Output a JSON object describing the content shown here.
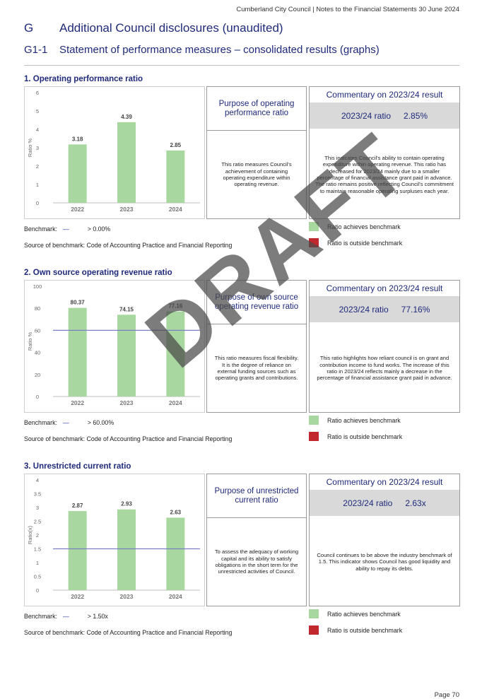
{
  "header": {
    "text": "Cumberland City Council | Notes to the Financial Statements 30 June 2024"
  },
  "heading1": {
    "code": "G",
    "title": "Additional Council disclosures (unaudited)"
  },
  "heading2": {
    "code": "G1-1",
    "title": "Statement of performance measures – consolidated results (graphs)"
  },
  "sections": [
    {
      "title": "1. Operating performance ratio",
      "purpose_title": "Purpose of operating performance ratio",
      "purpose_text": "This ratio measures Council's achievement of containing operating expenditure within operating revenue.",
      "commentary_title": "Commentary on 2023/24 result",
      "ratio_label": "2023/24 ratio",
      "ratio_value": "2.85%",
      "commentary_text": "This indicates Council's ability to contain operating expenditure within operating revenue. This ratio has decreased for 2023/24 mainly due to a smaller percentage of financial assistance grant paid in advance. The ratio remains positive reflecting Council's commitment to maintain reasonable operating surpluses each year.",
      "benchmark_label": "Benchmark:",
      "benchmark_line": "—",
      "benchmark_value": "> 0.00%",
      "source": "Source of benchmark: Code of Accounting Practice and Financial Reporting",
      "legend_achieves": "Ratio achieves benchmark",
      "legend_outside": "Ratio is outside benchmark"
    },
    {
      "title": "2. Own source operating revenue ratio",
      "purpose_title": "Purpose of own source operating revenue ratio",
      "purpose_text": "This ratio measures fiscal flexibility. It is the degree of reliance on external funding sources such as operating grants and contributions.",
      "commentary_title": "Commentary on 2023/24 result",
      "ratio_label": "2023/24 ratio",
      "ratio_value": "77.16%",
      "commentary_text": "This ratio highlights how reliant council is on grant and contribution income to fund works. The increase of this ratio in 2023/24 reflects mainly a decrease in the percentage of financial assistance grant paid in advance.",
      "benchmark_label": "Benchmark:",
      "benchmark_line": "—",
      "benchmark_value": "> 60.00%",
      "source": "Source of benchmark: Code of Accounting Practice and Financial Reporting",
      "legend_achieves": "Ratio achieves benchmark",
      "legend_outside": "Ratio is outside benchmark"
    },
    {
      "title": "3. Unrestricted current ratio",
      "purpose_title": "Purpose of unrestricted current ratio",
      "purpose_text": "To assess the adequacy of working capital and its ability to satisfy obligations in the short term for the unrestricted activities of Council.",
      "commentary_title": "Commentary on 2023/24 result",
      "ratio_label": "2023/24 ratio",
      "ratio_value": "2.63x",
      "commentary_text": "Council continues to be above the industry benchmark of 1.5. This indicator shows Council has good liquidity and ability to repay its debts.",
      "benchmark_label": "Benchmark:",
      "benchmark_line": "—",
      "benchmark_value": "> 1.50x",
      "source": "Source of benchmark: Code of Accounting Practice and Financial Reporting",
      "legend_achieves": "Ratio achieves benchmark",
      "legend_outside": "Ratio is outside benchmark"
    }
  ],
  "chart_data": [
    {
      "type": "bar",
      "categories": [
        "2022",
        "2023",
        "2024"
      ],
      "values": [
        3.18,
        4.39,
        2.85
      ],
      "value_labels": [
        "3.18",
        "4.39",
        "2.85"
      ],
      "ylabel": "Ratio %",
      "ylim": [
        0,
        6
      ],
      "yticks": [
        0,
        1,
        2,
        3,
        4,
        5,
        6
      ],
      "benchmark": 0,
      "bar_color": "#a8d8a0",
      "benchmark_color": "#7b7fc4"
    },
    {
      "type": "bar",
      "categories": [
        "2022",
        "2023",
        "2024"
      ],
      "values": [
        80.37,
        74.15,
        77.16
      ],
      "value_labels": [
        "80.37",
        "74.15",
        "77.16"
      ],
      "ylabel": "Ratio %",
      "ylim": [
        0,
        100
      ],
      "yticks": [
        0,
        20,
        40,
        60,
        80,
        100
      ],
      "benchmark": 60,
      "bar_color": "#a8d8a0",
      "benchmark_color": "#7b7fc4"
    },
    {
      "type": "bar",
      "categories": [
        "2022",
        "2023",
        "2024"
      ],
      "values": [
        2.87,
        2.93,
        2.63
      ],
      "value_labels": [
        "2.87",
        "2.93",
        "2.63"
      ],
      "ylabel": "Ratio(x)",
      "ylim": [
        0,
        4
      ],
      "yticks": [
        0,
        0.5,
        1,
        1.5,
        2,
        2.5,
        3,
        3.5,
        4
      ],
      "benchmark": 1.5,
      "bar_color": "#a8d8a0",
      "benchmark_color": "#7b7fc4"
    }
  ],
  "legend_colors": {
    "achieves": "#a8d8a0",
    "outside": "#c0282d"
  },
  "watermark": "DRAFT",
  "footer": {
    "page": "Page 70"
  }
}
